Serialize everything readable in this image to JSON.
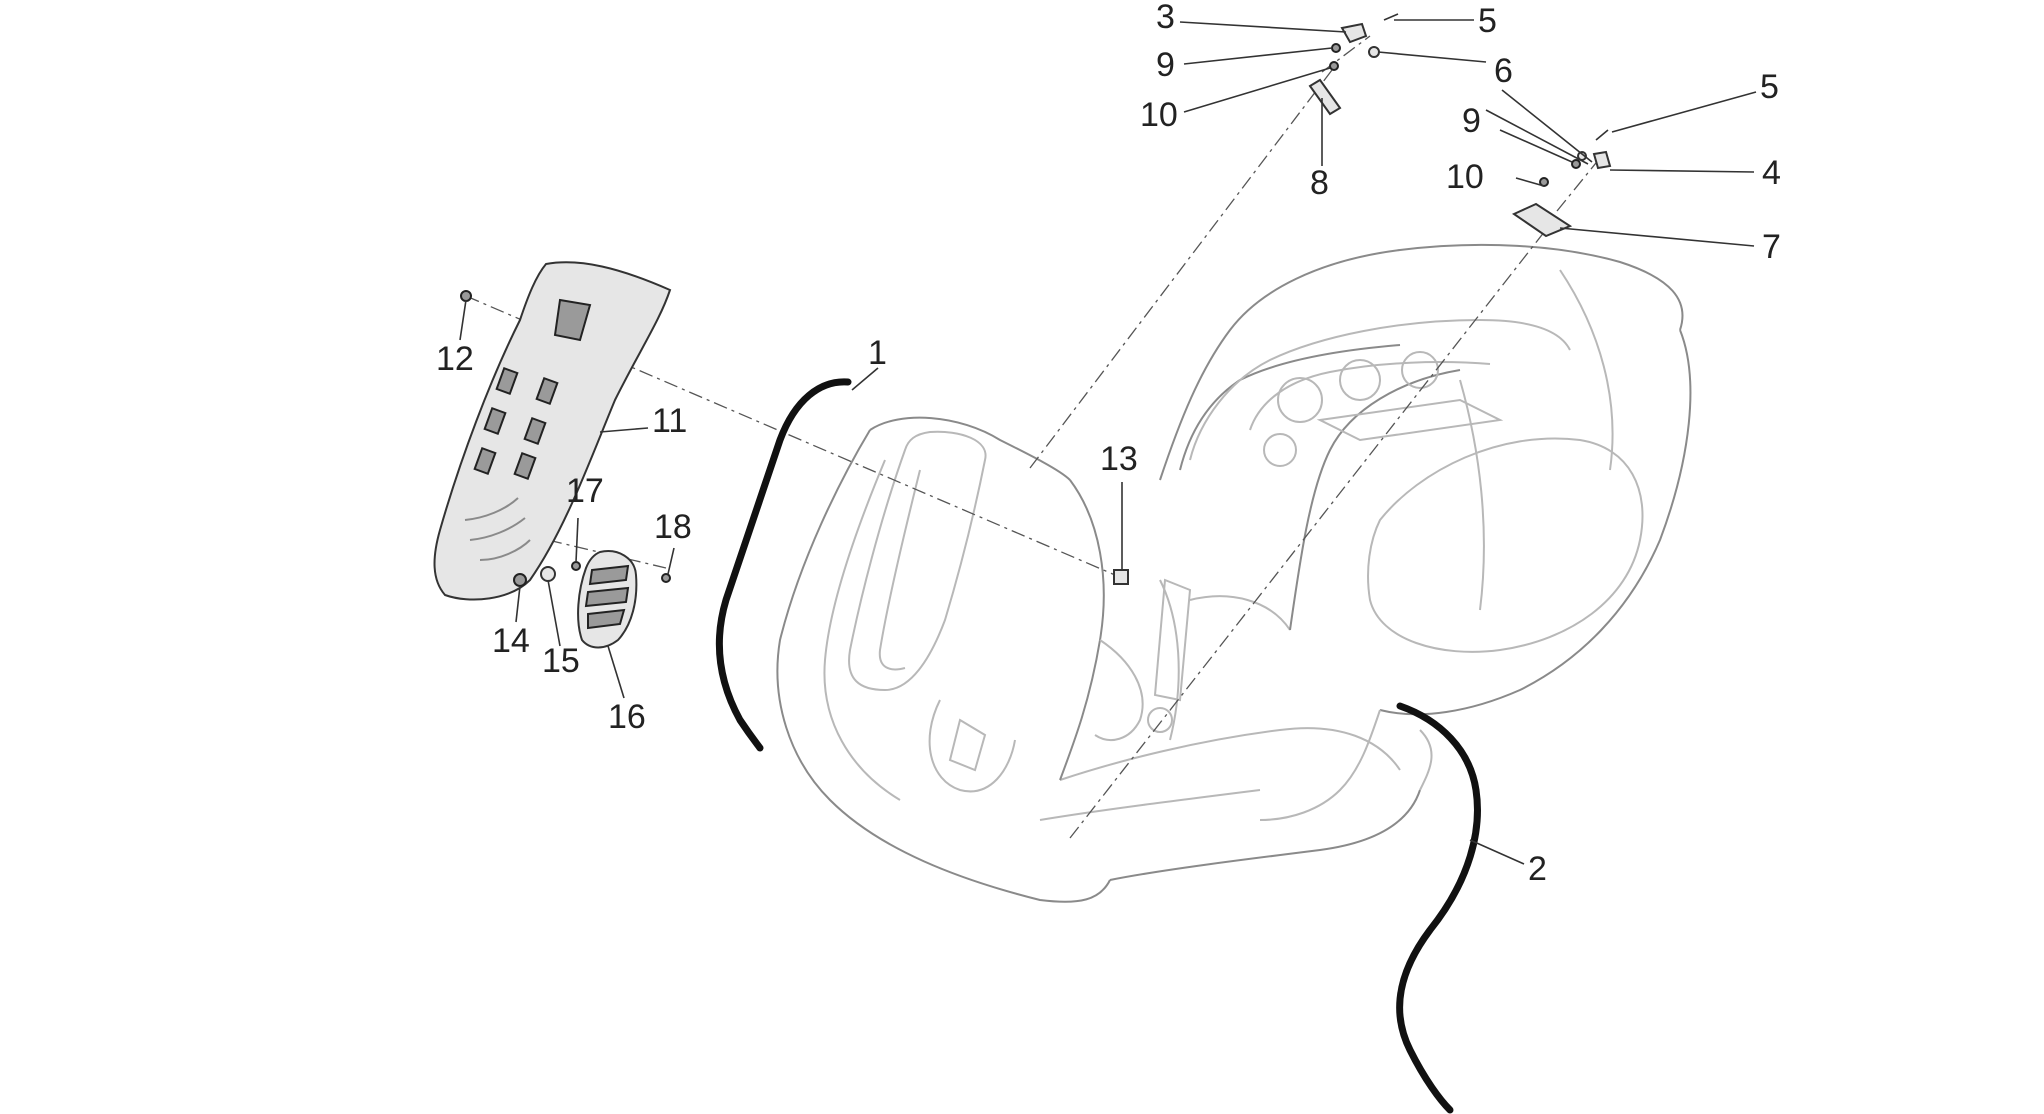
{
  "callouts": {
    "c1": "1",
    "c2": "2",
    "c3": "3",
    "c4": "4",
    "c5a": "5",
    "c5b": "5",
    "c6": "6",
    "c7": "7",
    "c8": "8",
    "c9a": "9",
    "c9b": "9",
    "c10a": "10",
    "c10b": "10",
    "c11": "11",
    "c12": "12",
    "c13": "13",
    "c14": "14",
    "c15": "15",
    "c16": "16",
    "c17": "17",
    "c18": "18"
  },
  "colors": {
    "background": "#ffffff",
    "line_art": "#b8b8b8",
    "callout_text": "#222222",
    "gasket": "#111111"
  }
}
